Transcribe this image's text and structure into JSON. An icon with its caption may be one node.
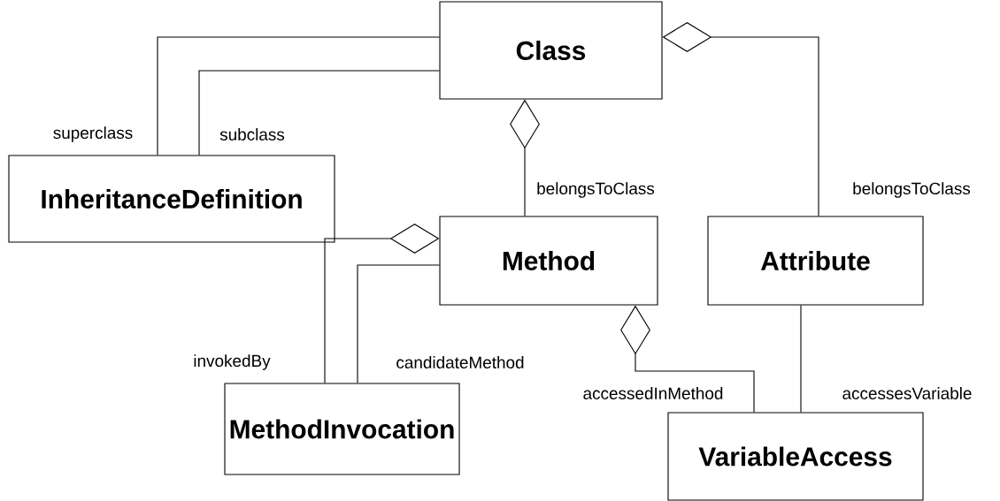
{
  "diagram": {
    "nodes": [
      {
        "text": [
          "Class"
        ]
      },
      {
        "text": [
          "InheritanceDefinition"
        ]
      },
      {
        "text": [
          "Method"
        ]
      },
      {
        "text": [
          "Attribute"
        ]
      },
      {
        "text": [
          "MethodInvocation"
        ]
      },
      {
        "text": [
          "VariableAccess"
        ]
      }
    ],
    "edges": [
      {
        "from": 1,
        "to": 0,
        "arrow": "none",
        "label": "superclass"
      },
      {
        "from": 1,
        "to": 0,
        "arrow": "none",
        "label": "subclass"
      },
      {
        "from": 2,
        "to": 0,
        "arrow": "other",
        "label": "belongsToClass"
      },
      {
        "from": 3,
        "to": 0,
        "arrow": "other",
        "label": "belongsToClass"
      },
      {
        "from": 4,
        "to": 2,
        "arrow": "other",
        "label": "invokedBy"
      },
      {
        "from": 4,
        "to": 2,
        "arrow": "none",
        "label": "candidateMethod"
      },
      {
        "from": 5,
        "to": 2,
        "arrow": "other",
        "label": "accessedInMethod"
      },
      {
        "from": 5,
        "to": 3,
        "arrow": "none",
        "label": "accessesVariable"
      }
    ]
  }
}
